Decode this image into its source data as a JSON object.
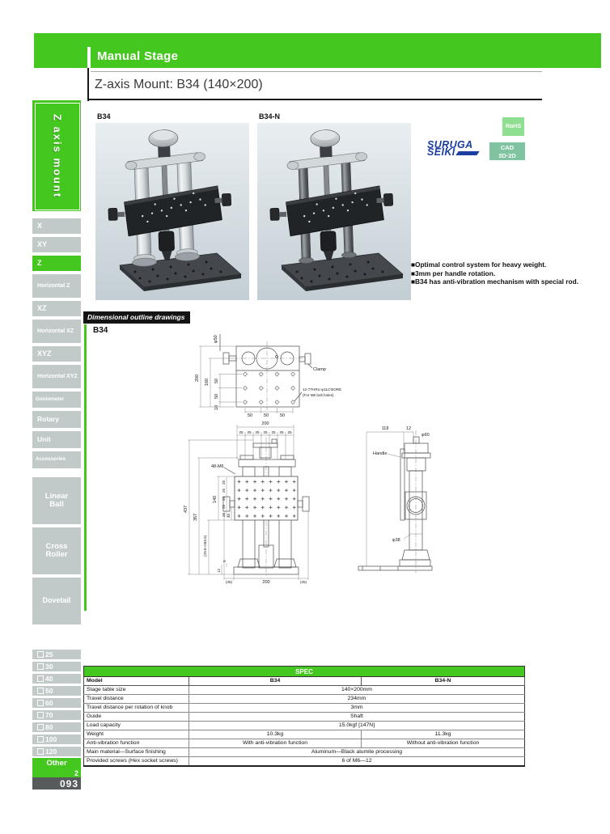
{
  "header": {
    "category": "Manual Stage",
    "title": "Z-axis Mount: B34 (140×200)"
  },
  "sidebar": {
    "section": "Z axis mount",
    "items": [
      {
        "label": "X",
        "active": false
      },
      {
        "label": "XY",
        "active": false
      },
      {
        "label": "Z",
        "active": true
      },
      {
        "label": "Horizontal Z",
        "active": false
      },
      {
        "label": "XZ",
        "active": false
      },
      {
        "label": "Horizontal XZ",
        "active": false
      },
      {
        "label": "XYZ",
        "active": false
      },
      {
        "label": "Horizontal XYZ",
        "active": false
      },
      {
        "label": "Goniometer",
        "active": false
      },
      {
        "label": "Rotary",
        "active": false
      },
      {
        "label": "Unit",
        "active": false
      },
      {
        "label": "Accessories",
        "active": false
      },
      {
        "label": "Linear Ball",
        "active": false
      },
      {
        "label": "Cross Roller",
        "active": false
      },
      {
        "label": "Dovetail",
        "active": false
      }
    ],
    "sizes": [
      "25",
      "30",
      "40",
      "50",
      "60",
      "70",
      "80",
      "100",
      "120"
    ],
    "other": "Other",
    "page_group": "2",
    "page_number": "093"
  },
  "products": [
    {
      "label": "B34"
    },
    {
      "label": "B34-N"
    }
  ],
  "badges": {
    "rohs": "RoHS",
    "cad1": "CAD",
    "cad2": "3D·2D"
  },
  "brand": {
    "line1": "SURUGA",
    "line2": "SEIKI"
  },
  "features": [
    "■Optimal control system for heavy weight.",
    "■3mm per handle rotation.",
    "■B34 has anti-vibration mechanism with special rod."
  ],
  "drawings": {
    "section_label": "Dimensional outline drawings",
    "model": "B34",
    "top": {
      "dia50": "φ50",
      "d200": "200",
      "d160": "160",
      "d50": "50",
      "d10": "10",
      "b50": "50",
      "clamp": "Clamp",
      "bore1": "12-7THRU φ11C'BORE",
      "bore2": "(For M6 bolt holes)"
    },
    "front": {
      "w200": "200",
      "p25": "25",
      "m48": "48-M6",
      "d437": "437",
      "d367": "367",
      "dtravel": "(29.5~263.5)",
      "d140": "140",
      "d45": "45",
      "d12": "12",
      "d5": "5",
      "b35": "(35)",
      "b200": "200"
    },
    "side": {
      "d118": "118",
      "d12": "12",
      "dia60": "φ60",
      "handle": "Handle",
      "dia38": "φ38"
    }
  },
  "spec": {
    "title": "SPEC",
    "rows": [
      {
        "label": "Model",
        "b34": "B34",
        "b34n": "B34-N"
      },
      {
        "label": "Stage table size",
        "value": "140×200mm"
      },
      {
        "label": "Travel distance",
        "value": "234mm"
      },
      {
        "label": "Travel distance per rotation of knob",
        "value": "3mm"
      },
      {
        "label": "Guide",
        "value": "Shaft"
      },
      {
        "label": "Load capacity",
        "value": "15.0kgf [147N]"
      },
      {
        "label": "Weight",
        "b34": "10.3kg",
        "b34n": "11.3kg"
      },
      {
        "label": "Anti-vibration function",
        "b34": "With anti-vibration function",
        "b34n": "Without anti-vibration function"
      },
      {
        "label": "Main material—Surface finishing",
        "value": "Aluminum—Black alumite processing"
      },
      {
        "label": "Provided screws (Hex socket screws)",
        "value": "6 of M6—12"
      }
    ]
  }
}
